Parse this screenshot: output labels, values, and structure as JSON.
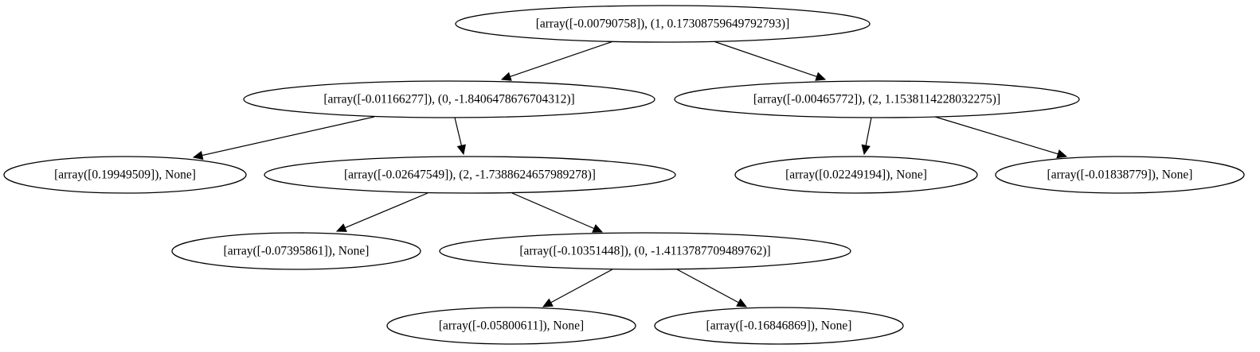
{
  "nodes": [
    {
      "id": "n0",
      "label": "[array([-0.00790758]), (1, 0.17308759649792793)]"
    },
    {
      "id": "n1",
      "label": "[array([-0.01166277]), (0, -1.8406478676704312)]"
    },
    {
      "id": "n2",
      "label": "[array([-0.00465772]), (2, 1.1538114228032275)]"
    },
    {
      "id": "n3",
      "label": "[array([0.19949509]), None]"
    },
    {
      "id": "n4",
      "label": "[array([-0.02647549]), (2, -1.7388624657989278)]"
    },
    {
      "id": "n5",
      "label": "[array([0.02249194]), None]"
    },
    {
      "id": "n6",
      "label": "[array([-0.01838779]), None]"
    },
    {
      "id": "n7",
      "label": "[array([-0.07395861]), None]"
    },
    {
      "id": "n8",
      "label": "[array([-0.10351448]), (0, -1.4113787709489762)]"
    },
    {
      "id": "n9",
      "label": "[array([-0.05800611]), None]"
    },
    {
      "id": "n10",
      "label": "[array([-0.16846869]), None]"
    }
  ],
  "edges": [
    {
      "from": "n0",
      "to": "n1"
    },
    {
      "from": "n0",
      "to": "n2"
    },
    {
      "from": "n1",
      "to": "n3"
    },
    {
      "from": "n1",
      "to": "n4"
    },
    {
      "from": "n2",
      "to": "n5"
    },
    {
      "from": "n2",
      "to": "n6"
    },
    {
      "from": "n4",
      "to": "n7"
    },
    {
      "from": "n4",
      "to": "n8"
    },
    {
      "from": "n8",
      "to": "n9"
    },
    {
      "from": "n8",
      "to": "n10"
    }
  ]
}
